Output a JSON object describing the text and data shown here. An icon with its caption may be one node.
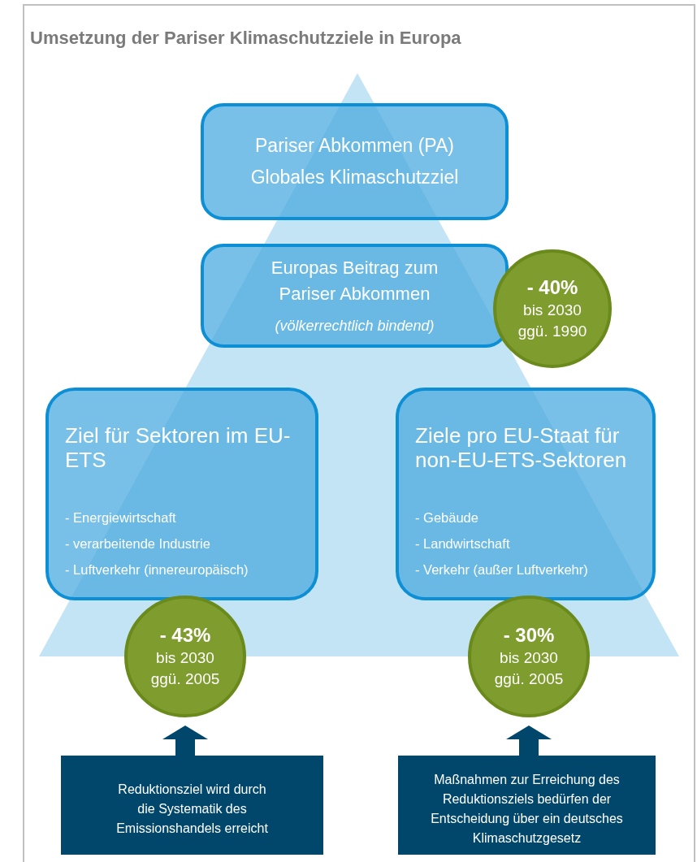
{
  "diagram": {
    "title": "Umsetzung der Pariser Klimaschutzziele in Europa",
    "nodes": [
      {
        "text": [
          "Pariser Abkommen (PA)",
          "Globales Klimaschutzziel"
        ]
      },
      {
        "text": [
          "Europas Beitrag zum Pariser Abkommen",
          "(völkerrechtlich bindend)"
        ]
      },
      {
        "text": [
          "- 40%",
          "bis 2030",
          "ggü. 1990"
        ]
      },
      {
        "text": [
          "Ziel für Sektoren im EU-ETS",
          "- Energiewirtschaft",
          "- verarbeitende Industrie",
          "- Luftverkehr (innereuropäisch)"
        ]
      },
      {
        "text": [
          "Ziele pro EU-Staat für non-EU-ETS-Sektoren",
          "- Gebäude",
          "- Landwirtschaft",
          "- Verkehr (außer Luftverkehr)"
        ]
      },
      {
        "text": [
          "- 43%",
          "bis 2030",
          "ggü. 2005"
        ]
      },
      {
        "text": [
          "- 30%",
          "bis 2030",
          "ggü. 2005"
        ]
      },
      {
        "text": [
          "Reduktionsziel wird durch die Systematik des Emissionshandels erreicht"
        ]
      },
      {
        "text": [
          "Maßnahmen zur Erreichung des Reduktionsziels bedürfen der Entscheidung über ein deutsches Klimaschutzgesetz"
        ]
      }
    ],
    "edges": [
      {
        "from": 7,
        "to": 5,
        "arrow": "to"
      },
      {
        "from": 8,
        "to": 6,
        "arrow": "to"
      }
    ]
  }
}
